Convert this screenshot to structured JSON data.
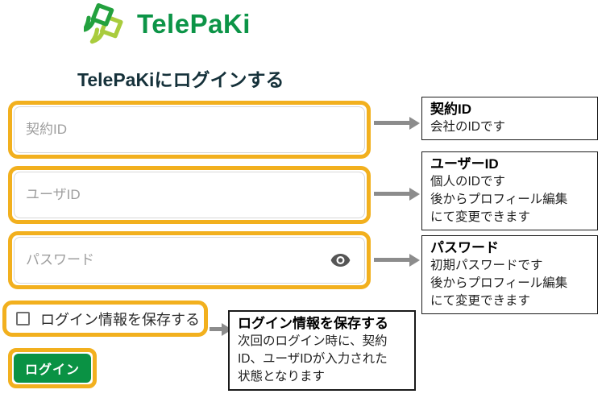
{
  "brand": {
    "name": "TelePaKi",
    "logo_icon": "telepaki-leaf-logo"
  },
  "heading": "TelePaKiにログインする",
  "form": {
    "contract_id": {
      "placeholder": "契約ID",
      "value": ""
    },
    "user_id": {
      "placeholder": "ユーザID",
      "value": ""
    },
    "password": {
      "placeholder": "パスワード",
      "value": "",
      "visibility_icon": "eye-icon"
    },
    "remember": {
      "label": "ログイン情報を保存する",
      "checked": false
    },
    "login_button_label": "ログイン"
  },
  "annotations": {
    "contract": {
      "title": "契約ID",
      "body": "会社のIDです"
    },
    "user": {
      "title": "ユーザーID",
      "body": "個人のIDです\n後からプロフィール編集\nにて変更できます"
    },
    "password": {
      "title": "パスワード",
      "body": "初期パスワードです\n後からプロフィール編集\nにて変更できます"
    },
    "remember": {
      "title": "ログイン情報を保存する",
      "body": "次回のログイン時に、契約\nID、ユーザIDが入力された\n状態となります"
    }
  },
  "colors": {
    "highlight_yellow": "#f2b01e",
    "button_green": "#0a9244",
    "brand_green": "#0c9447",
    "logo_light_green": "#a9cc3d",
    "logo_dark_green": "#23a13e",
    "arrow_gray": "#8c8c8c",
    "heading_dark": "#15313a"
  }
}
